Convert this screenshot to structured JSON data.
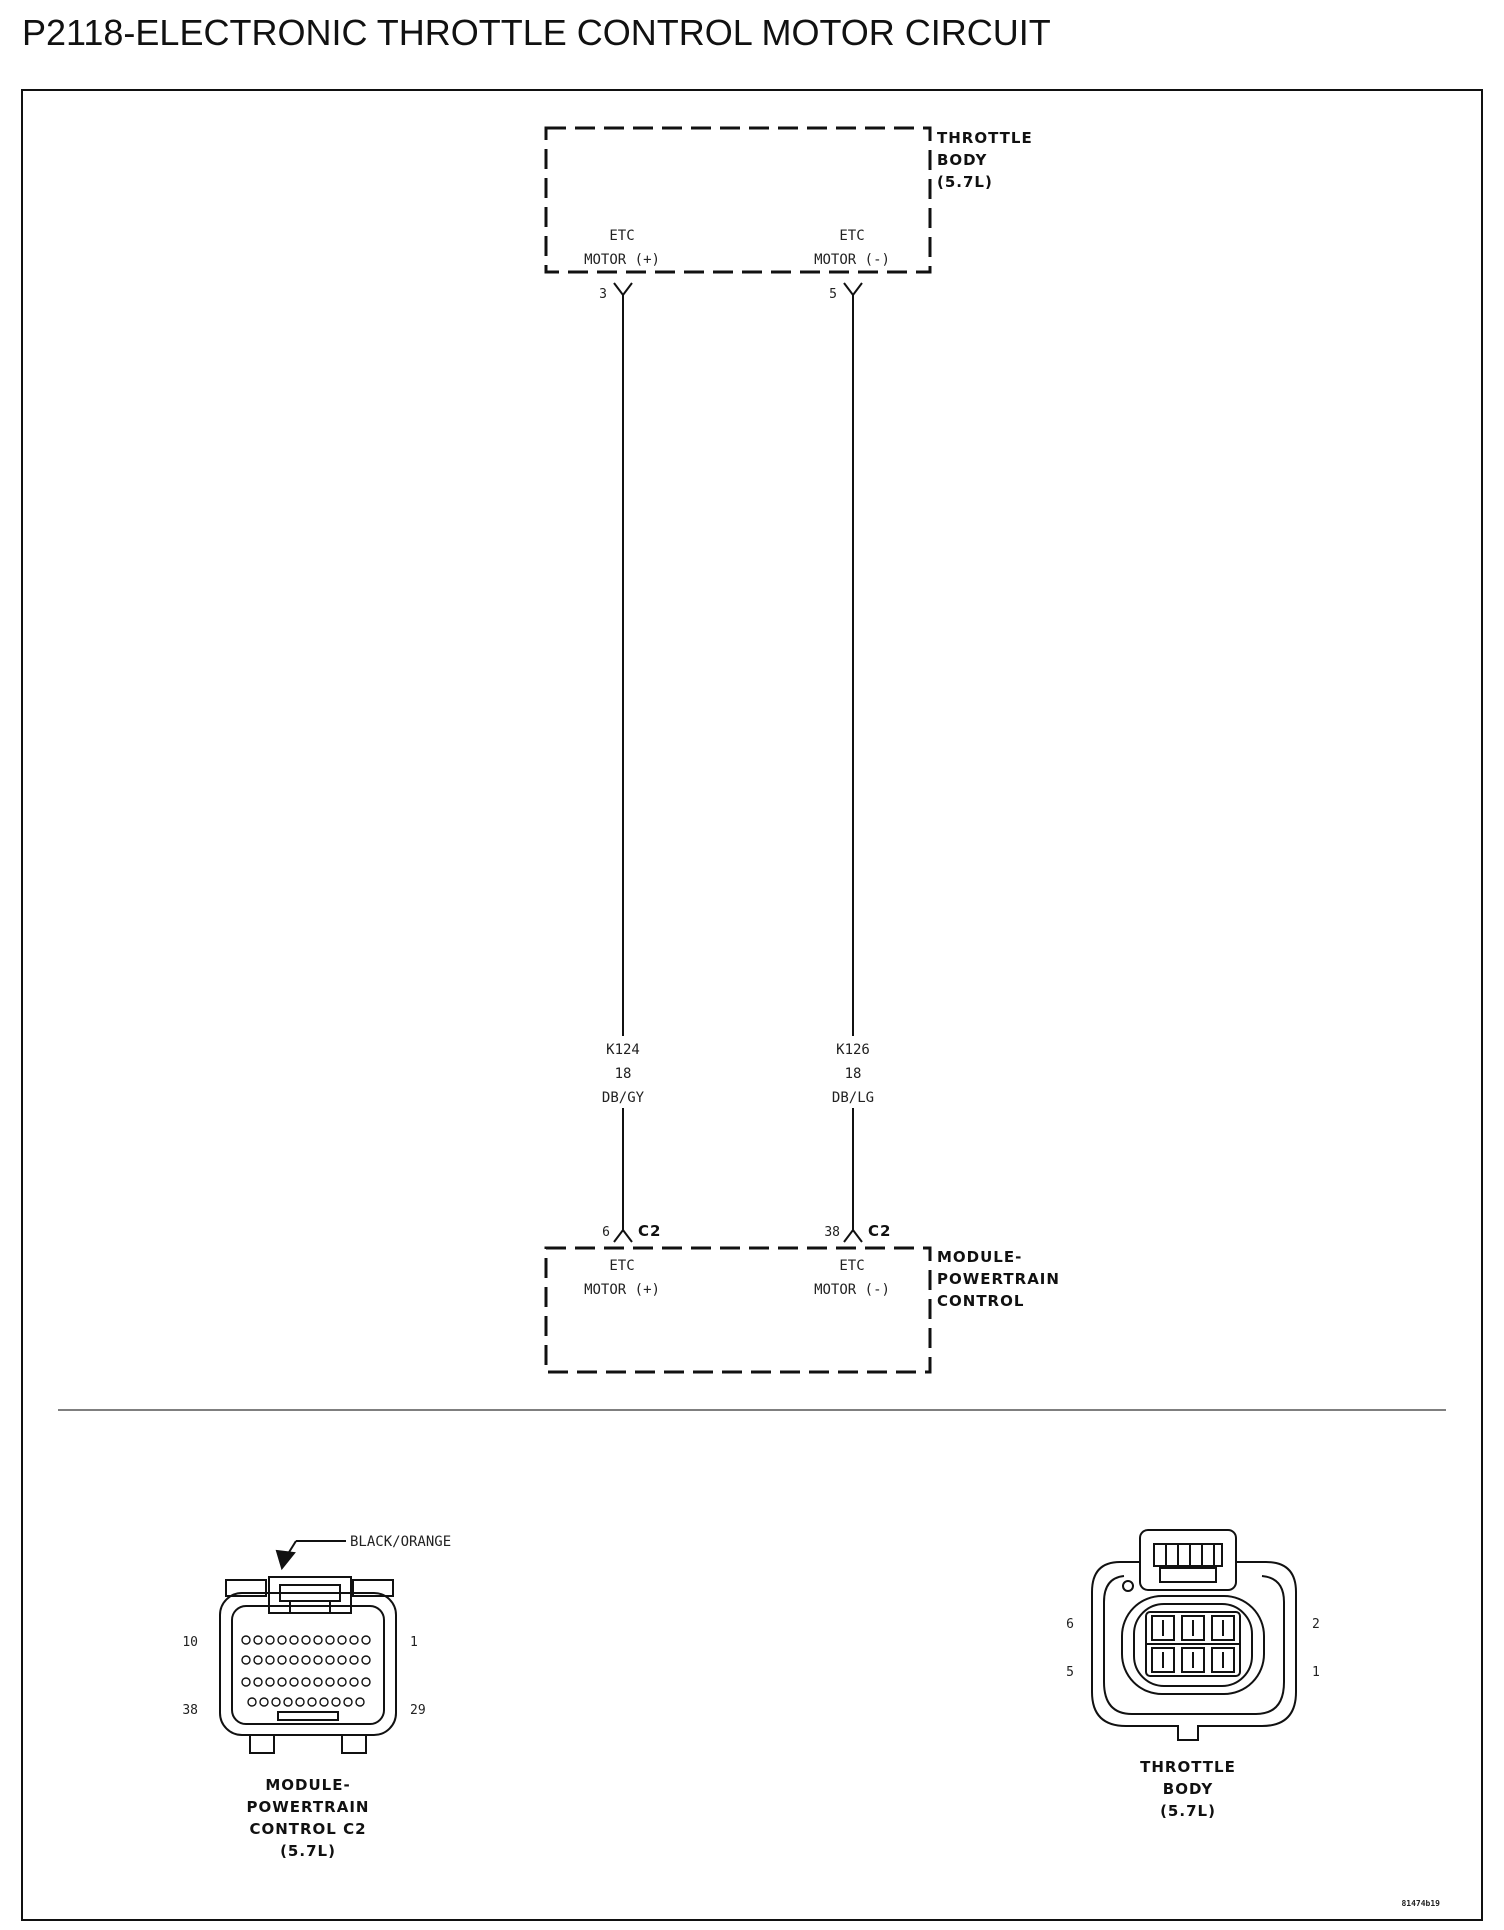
{
  "title": "P2118-ELECTRONIC THROTTLE CONTROL MOTOR CIRCUIT",
  "throttle_body": {
    "name_lines": [
      "THROTTLE",
      "BODY",
      "(5.7L)"
    ],
    "pins": [
      {
        "lines": [
          "ETC",
          "MOTOR (+)"
        ],
        "number": "3"
      },
      {
        "lines": [
          "ETC",
          "MOTOR (-)"
        ],
        "number": "5"
      }
    ]
  },
  "wires": [
    {
      "circuit": "K124",
      "gauge": "18",
      "color": "DB/GY"
    },
    {
      "circuit": "K126",
      "gauge": "18",
      "color": "DB/LG"
    }
  ],
  "pcm": {
    "name_lines": [
      "MODULE-",
      "POWERTRAIN",
      "CONTROL"
    ],
    "connector": "C2",
    "pins": [
      {
        "lines": [
          "ETC",
          "MOTOR (+)"
        ],
        "number": "6"
      },
      {
        "lines": [
          "ETC",
          "MOTOR (-)"
        ],
        "number": "38"
      }
    ]
  },
  "pcm_connector_view": {
    "color_callout": "BLACK/ORANGE",
    "pin_numbers": [
      "10",
      "1",
      "38",
      "29"
    ],
    "caption_lines": [
      "MODULE-",
      "POWERTRAIN",
      "CONTROL C2",
      "(5.7L)"
    ]
  },
  "tb_connector_view": {
    "pin_numbers": [
      "6",
      "2",
      "5",
      "1"
    ],
    "caption_lines": [
      "THROTTLE",
      "BODY",
      "(5.7L)"
    ]
  },
  "figure_id": "81474b19"
}
